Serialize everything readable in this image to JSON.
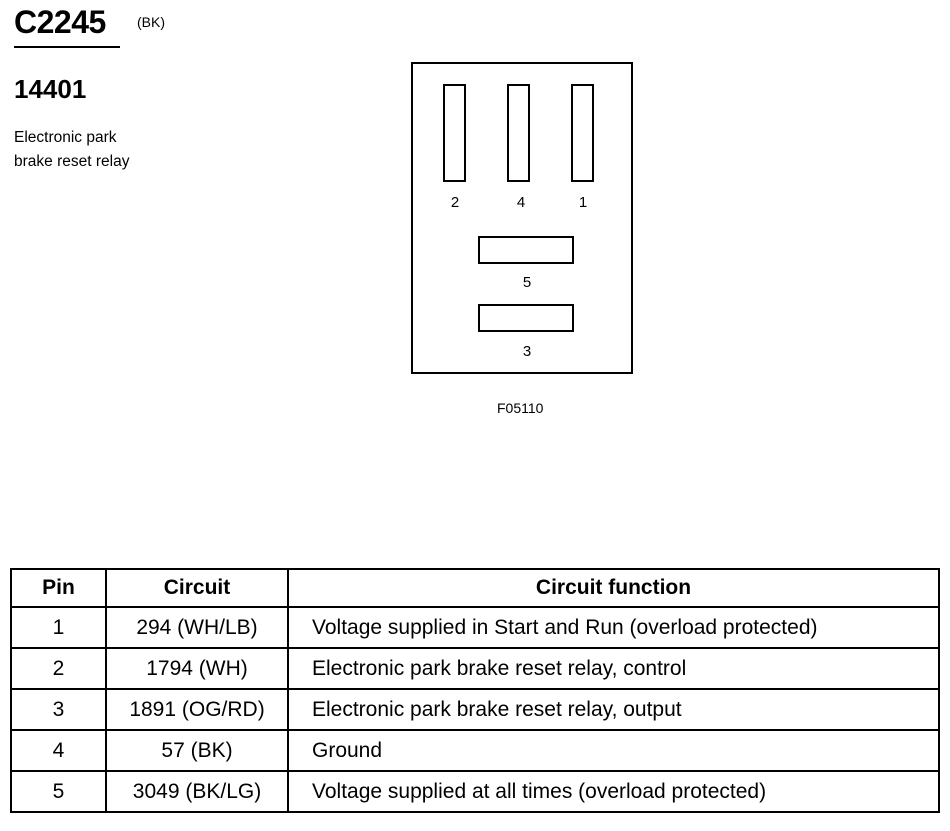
{
  "connector": {
    "id": "C2245",
    "color": "(BK)",
    "component_number": "14401",
    "description_lines": [
      "Electronic park",
      "brake reset relay"
    ],
    "figure_id": "F05110"
  },
  "diagram": {
    "pins_top": [
      "2",
      "4",
      "1"
    ],
    "pin_middle": "5",
    "pin_bottom": "3"
  },
  "table": {
    "headers": [
      "Pin",
      "Circuit",
      "Circuit function"
    ],
    "rows": [
      {
        "pin": "1",
        "circuit": "294 (WH/LB)",
        "function": "Voltage supplied in Start and Run (overload protected)"
      },
      {
        "pin": "2",
        "circuit": "1794 (WH)",
        "function": "Electronic park brake reset relay, control"
      },
      {
        "pin": "3",
        "circuit": "1891 (OG/RD)",
        "function": "Electronic park brake reset relay, output"
      },
      {
        "pin": "4",
        "circuit": "57 (BK)",
        "function": "Ground"
      },
      {
        "pin": "5",
        "circuit": "3049 (BK/LG)",
        "function": "Voltage supplied at all times (overload protected)"
      }
    ]
  }
}
